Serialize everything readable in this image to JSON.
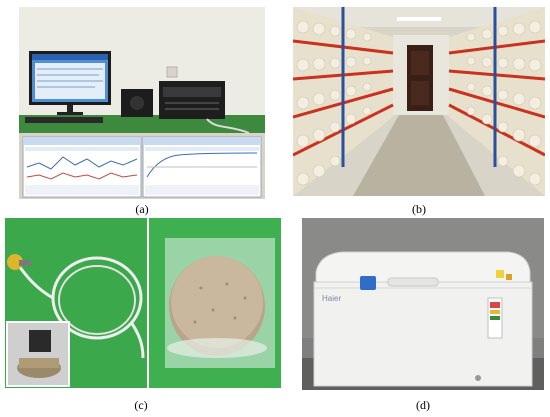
{
  "captions": {
    "a": "(a)",
    "b": "(b)",
    "c": "(c)",
    "d": "(d)"
  },
  "freezer_brand": "Haier",
  "colors": {
    "lab_wall": "#e9e6dc",
    "table_green": "#3d8a3f",
    "shelf_red": "#c8321f",
    "shelf_blue": "#2a4f9c",
    "core_cream": "#efe8d6",
    "green_board": "#3aa84b",
    "freezer_white": "#f4f4f2",
    "freezer_handle": "#2f6ec6"
  },
  "panels": [
    {
      "id": "a",
      "subject": "computer-lab-setup"
    },
    {
      "id": "b",
      "subject": "core-storage-room"
    },
    {
      "id": "c",
      "subject": "sensor-and-sample"
    },
    {
      "id": "d",
      "subject": "chest-freezer"
    }
  ]
}
